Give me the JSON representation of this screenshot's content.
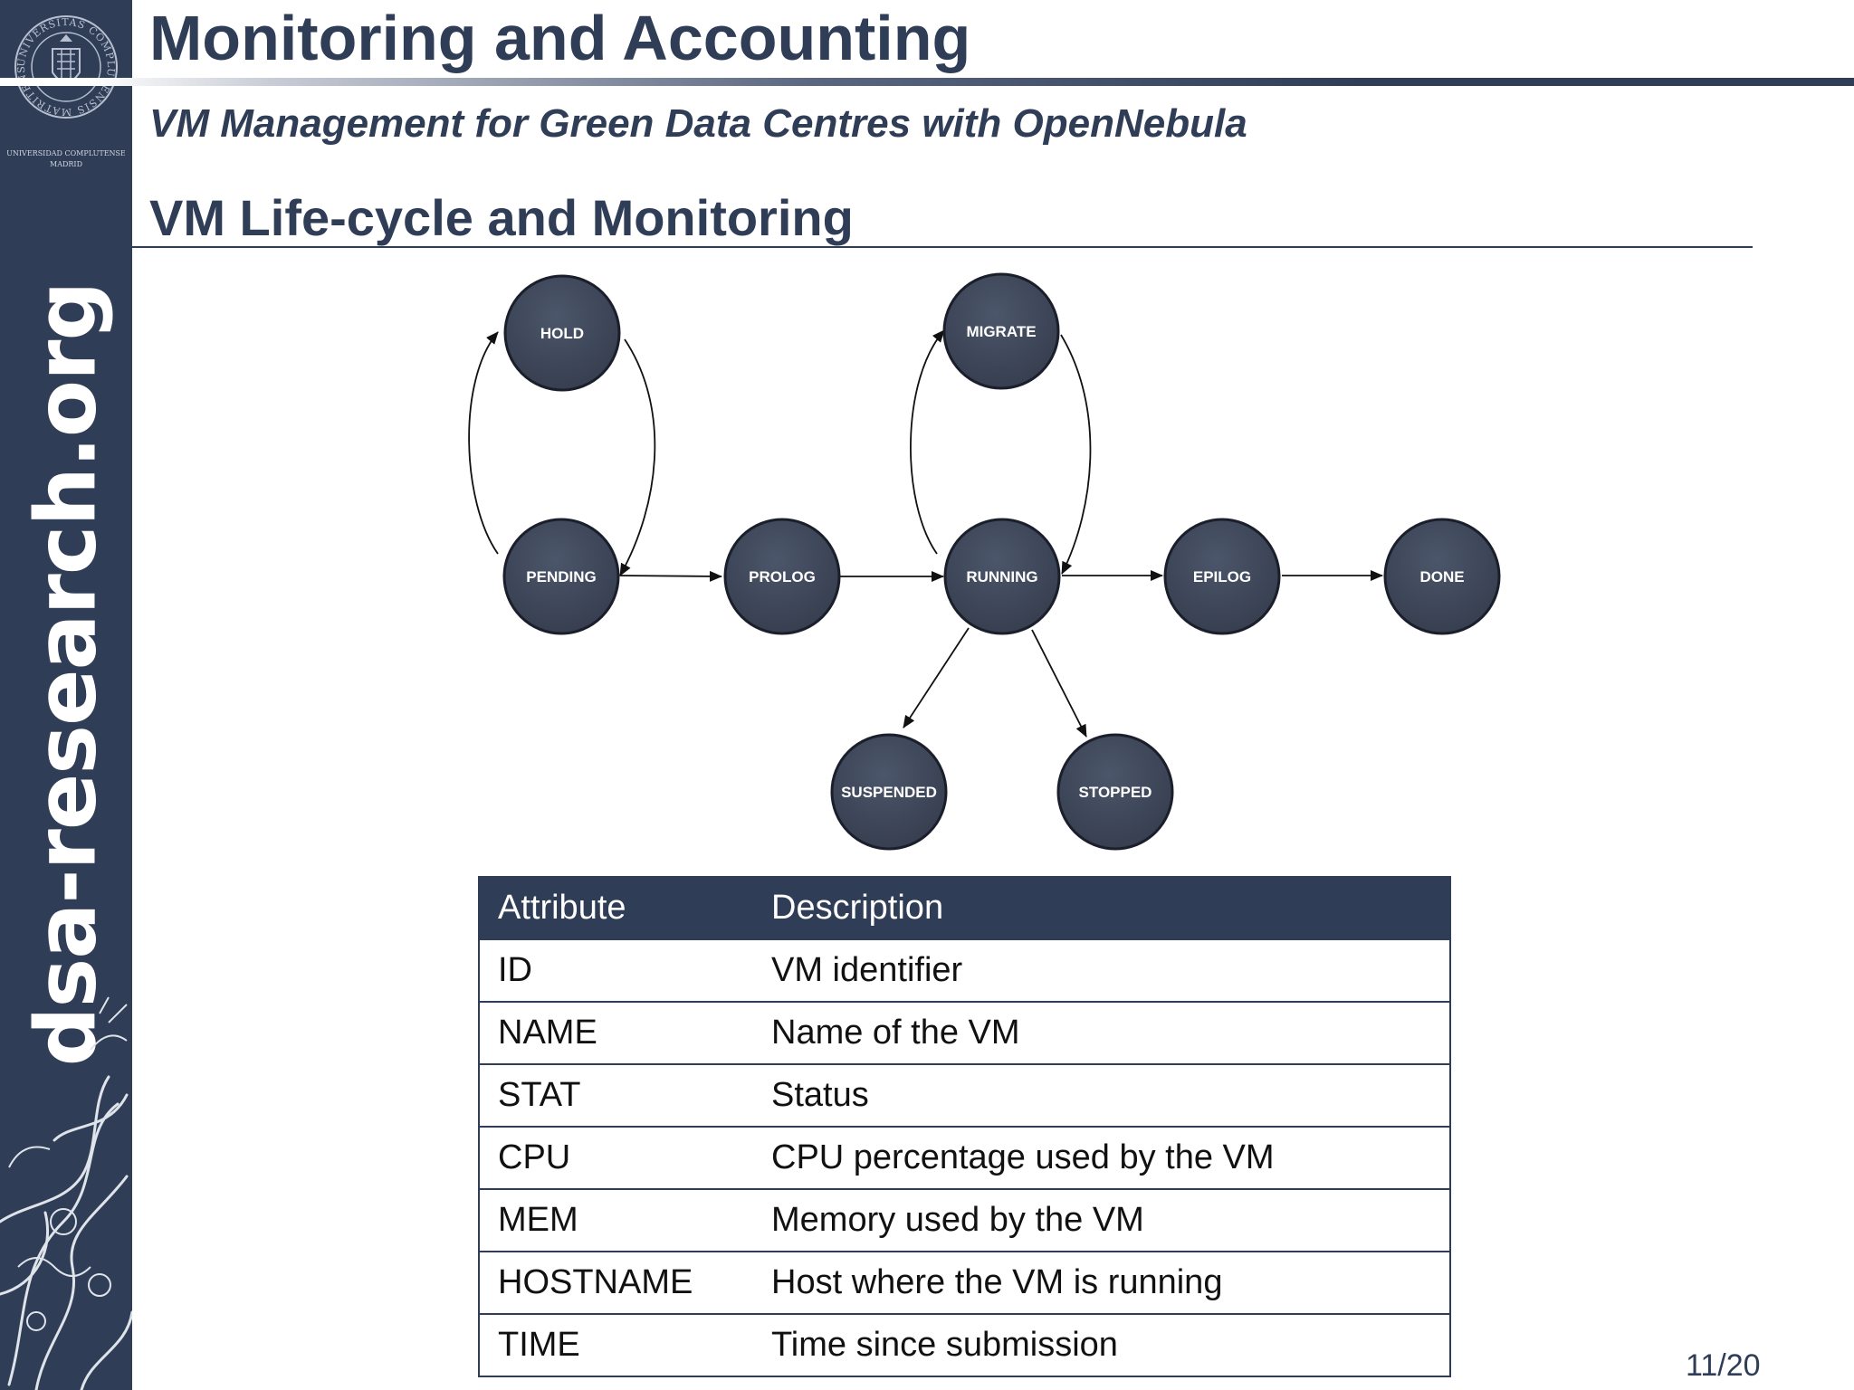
{
  "slide": {
    "title": "Monitoring and Accounting",
    "subtitle": "VM Management for Green Data Centres with OpenNebula",
    "section_heading": "VM Life-cycle and Monitoring",
    "page_number": "11/20"
  },
  "sidebar": {
    "site_text": "dsa-research.org",
    "logo_caption_line1": "UNIVERSIDAD COMPLUTENSE",
    "logo_caption_line2": "MADRID",
    "seal_text": "UNIVERSITAS COMPLUTENSIS MATRITENSIS"
  },
  "diagram": {
    "states": {
      "hold": "HOLD",
      "migrate": "MIGRATE",
      "pending": "PENDING",
      "prolog": "PROLOG",
      "running": "RUNNING",
      "epilog": "EPILOG",
      "done": "DONE",
      "suspended": "SUSPENDED",
      "stopped": "STOPPED"
    },
    "transitions": [
      [
        "pending",
        "hold"
      ],
      [
        "hold",
        "pending"
      ],
      [
        "pending",
        "prolog"
      ],
      [
        "prolog",
        "running"
      ],
      [
        "running",
        "migrate"
      ],
      [
        "migrate",
        "running"
      ],
      [
        "running",
        "epilog"
      ],
      [
        "epilog",
        "done"
      ],
      [
        "running",
        "suspended"
      ],
      [
        "running",
        "stopped"
      ]
    ]
  },
  "table": {
    "headers": [
      "Attribute",
      "Description"
    ],
    "rows": [
      [
        "ID",
        "VM identifier"
      ],
      [
        "NAME",
        "Name of the VM"
      ],
      [
        "STAT",
        "Status"
      ],
      [
        "CPU",
        "CPU percentage used by the VM"
      ],
      [
        "MEM",
        "Memory used by the VM"
      ],
      [
        "HOSTNAME",
        "Host where the VM is running"
      ],
      [
        "TIME",
        "Time since submission"
      ]
    ]
  },
  "colors": {
    "primary": "#2f3d57",
    "node_fill": "#3d4658",
    "background": "#ffffff"
  }
}
